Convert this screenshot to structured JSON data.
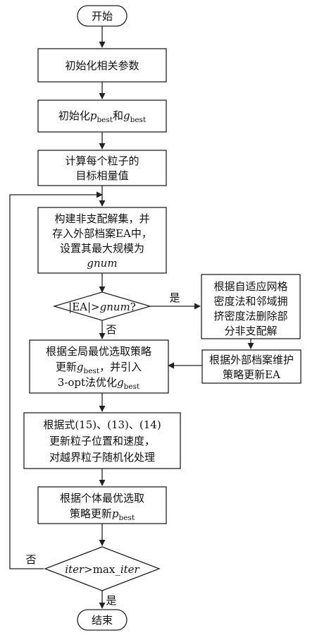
{
  "nodes": {
    "start": {
      "text": "开始"
    },
    "init_params": {
      "text": "初始化相关参数"
    },
    "init_best": {
      "pre": "初始化",
      "p": "p",
      "p_sub": "best",
      "mid": "和",
      "g": "g",
      "g_sub": "best"
    },
    "compute_fitness": {
      "line1": "计算每个粒子的",
      "line2": "目标相量值"
    },
    "build_nondominated": {
      "line1": "构建非支配解集，并",
      "line2": "存入外部档案EA中，",
      "line3": "设置其最大规模为",
      "line4": "gnum"
    },
    "decision_ea": {
      "pre": "|EA|>",
      "var": "gnum",
      "post": "?"
    },
    "delete_solutions": {
      "line1": "根据自适应网格",
      "line2": "密度法和邻域拥",
      "line3": "挤密度法删除部",
      "line4": "分非支配解"
    },
    "maintain_archive": {
      "line1": "根据外部档案维护",
      "line2": "策略更新EA"
    },
    "update_gbest": {
      "line1": "根据全局最优选取策略",
      "line2_pre": "更新",
      "line2_g": "g",
      "line2_sub": "best",
      "line2_post": "，并引入",
      "line3_pre": "3-opt法优化",
      "line3_g": "g",
      "line3_sub": "best"
    },
    "update_particles": {
      "line1": "根据式(15)、(13)、(14)",
      "line2": "更新粒子位置和速度，",
      "line3": "对越界粒子随机化处理"
    },
    "update_pbest": {
      "line1": "根据个体最优选取",
      "line2_pre": "策略更新",
      "line2_p": "p",
      "line2_sub": "best"
    },
    "decision_iter": {
      "var1": "iter",
      "mid": ">max_",
      "var2": "iter"
    },
    "end": {
      "text": "结束"
    }
  },
  "edge_labels": {
    "ea_yes": "是",
    "ea_no": "否",
    "iter_yes": "是",
    "iter_no": "否"
  }
}
